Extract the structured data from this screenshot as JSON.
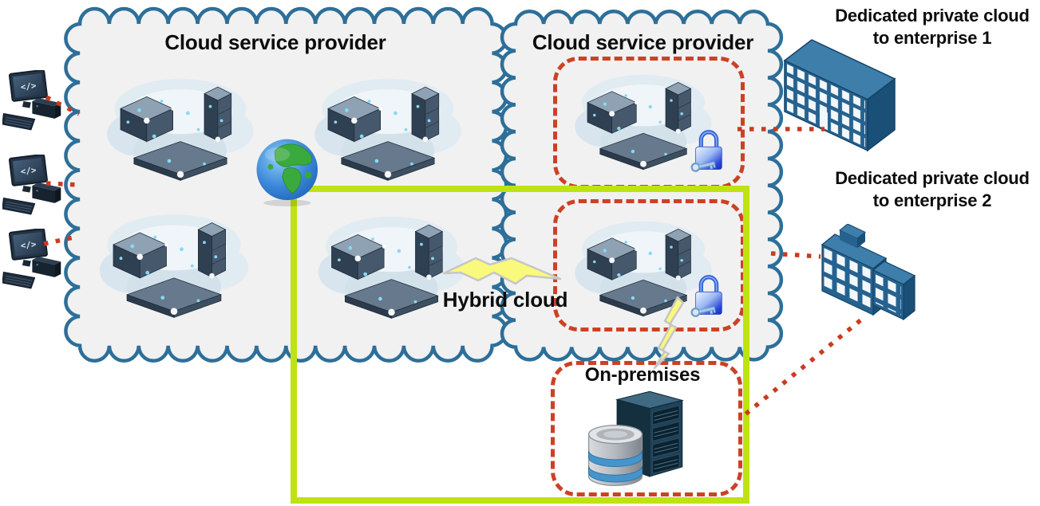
{
  "diagram": {
    "cloud1_title": "Cloud service provider",
    "cloud2_title": "Cloud service provider",
    "enterprise1_label": "Dedicated private cloud to enterprise 1",
    "enterprise2_label": "Dedicated private cloud to enterprise 2",
    "hybrid_label": "Hybrid cloud",
    "onprem_label": "On-premises",
    "client_screen_glyph": "</>"
  },
  "icons": [
    "client-computer-icon",
    "server-cluster-icon",
    "globe-icon",
    "padlock-key-icon",
    "office-building-icon",
    "small-office-building-icon",
    "server-rack-icon",
    "database-icon",
    "lightning-bolt-icon"
  ],
  "colors": {
    "cloud_outline": "#2d6f99",
    "cloud_fill": "#f1f1f1",
    "dashed_box_border": "#cc4125",
    "connector_dots": "#cc3a1f",
    "hybrid_frame": "#bfe211",
    "bolt_fill": "#f9f97c",
    "bolt_outline": "#c6c6c6",
    "building_front": "#26628f",
    "building_top": "#3e7eab",
    "building_side": "#1a4f77",
    "label_text": "#0d0d0d"
  }
}
